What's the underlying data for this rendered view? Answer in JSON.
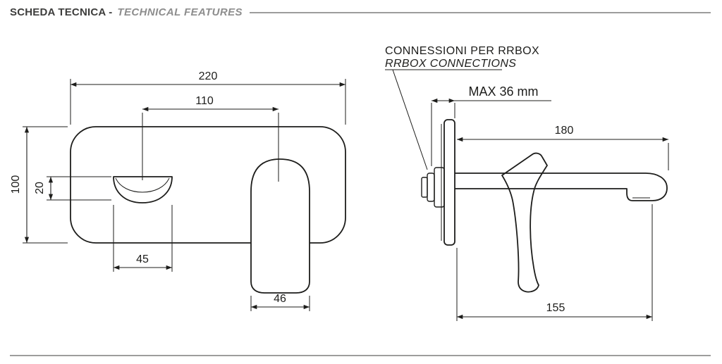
{
  "header": {
    "title_main": "SCHEDA TECNICA -",
    "title_italic": "TECHNICAL FEATURES"
  },
  "annotation": {
    "line1": "CONNESSIONI PER RRBOX",
    "line2": "RRBOX CONNECTIONS"
  },
  "dimensions": {
    "front_total_width": "220",
    "front_centers_distance": "110",
    "front_total_height": "100",
    "front_spout_height": "20",
    "front_spout_width": "45",
    "front_handle_width": "46",
    "side_max_wall_thickness": "MAX 36 mm",
    "side_spout_length": "180",
    "side_spout_reach": "155"
  },
  "colors": {
    "line": "#1d1d1b",
    "title_main": "#3d3d3c",
    "title_italic": "#8d8d8d",
    "rule": "#9d9d9c"
  }
}
